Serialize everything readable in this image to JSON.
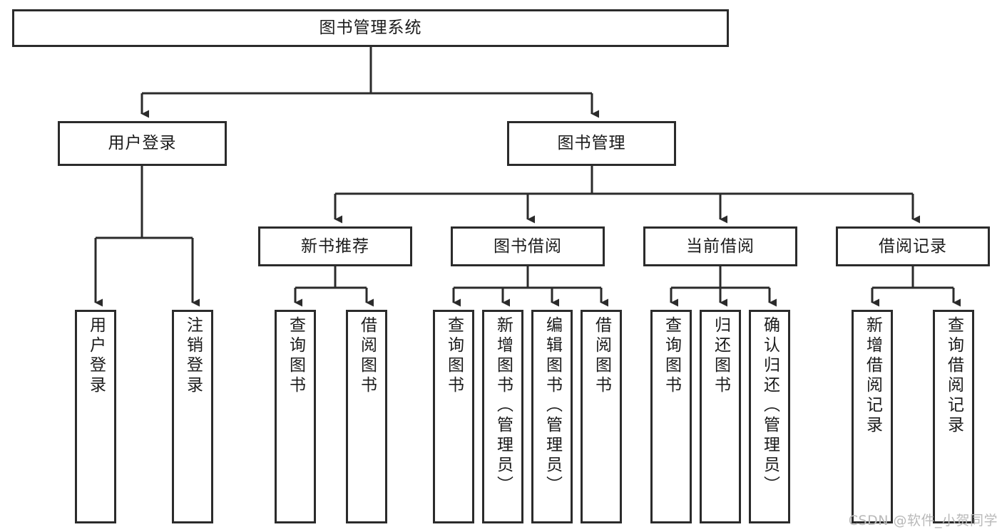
{
  "diagram": {
    "type": "tree-hierarchy",
    "title": "图书管理系统",
    "colors": {
      "stroke": "#2b2b2b",
      "fill": "#ffffff",
      "text": "#1b1b1b",
      "watermark": "#b9b9b9",
      "background": "#ffffff"
    },
    "nodes": {
      "root": {
        "label": "图书管理系统"
      },
      "level2": [
        {
          "label": "用户登录"
        },
        {
          "label": "图书管理"
        }
      ],
      "level3": [
        {
          "label": "新书推荐"
        },
        {
          "label": "图书借阅"
        },
        {
          "label": "当前借阅"
        },
        {
          "label": "借阅记录"
        }
      ],
      "leaves": [
        {
          "label": "用户登录"
        },
        {
          "label": "注销登录"
        },
        {
          "label": "查询图书"
        },
        {
          "label": "借阅图书"
        },
        {
          "label": "查询图书"
        },
        {
          "label": "新增图书（管理员）"
        },
        {
          "label": "编辑图书（管理员）"
        },
        {
          "label": "借阅图书"
        },
        {
          "label": "查询图书"
        },
        {
          "label": "归还图书"
        },
        {
          "label": "确认归还（管理员）"
        },
        {
          "label": "新增借阅记录"
        },
        {
          "label": "查询借阅记录"
        }
      ]
    },
    "watermark": "CSDN @软件_小贺同学"
  }
}
